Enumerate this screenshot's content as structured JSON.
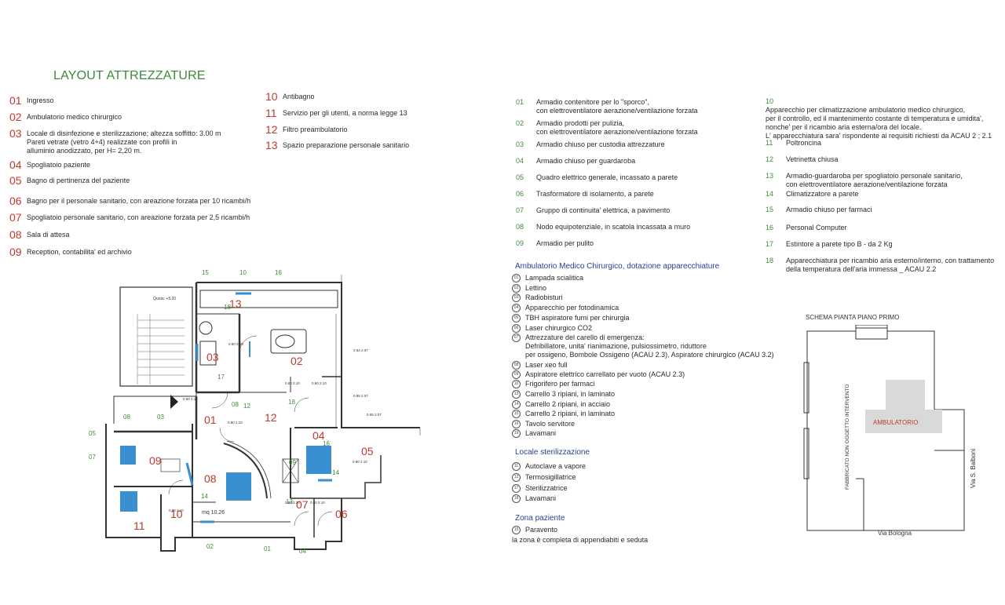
{
  "title": "LAYOUT ATTREZZATURE",
  "rooms_left": [
    {
      "num": "01",
      "text": "Ingresso"
    },
    {
      "num": "02",
      "text": "Ambulatorio medico chirurgico"
    },
    {
      "num": "03",
      "text": "Locale di disinfezione e sterilizzazione; altezza soffitto: 3.00 m\nPareti vetrate (vetro 4+4) realizzate con profili in\nalluminio anodizzato, per H= 2,20 m."
    },
    {
      "num": "04",
      "text": "Spogliatoio paziente"
    },
    {
      "num": "05",
      "text": "Bagno di pertinenza del paziente"
    },
    {
      "num": "06",
      "text": "Bagno per il personale sanitario, con areazione forzata per 10 ricambi/h"
    },
    {
      "num": "07",
      "text": "Spogliatoio personale sanitario, con areazione forzata per 2,5 ricambi/h"
    },
    {
      "num": "08",
      "text": "Sala di attesa"
    },
    {
      "num": "09",
      "text": "Reception, contabilita' ed archivio"
    }
  ],
  "rooms_right": [
    {
      "num": "10",
      "text": "Antibagno"
    },
    {
      "num": "11",
      "text": "Servizio per gli utenti, a norma legge 13"
    },
    {
      "num": "12",
      "text": "Filtro preambulatorio"
    },
    {
      "num": "13",
      "text": "Spazio preparazione personale sanitario"
    }
  ],
  "equipment_a": [
    {
      "num": "01",
      "text": "Armadio contenitore per lo \"sporco\",\ncon elettroventilatore aerazione/ventilazione forzata"
    },
    {
      "num": "02",
      "text": "Armadio prodotti per pulizia,\ncon elettroventilatore aerazione/ventilazione forzata"
    },
    {
      "num": "03",
      "text": "Armadio chiuso per custodia attrezzature"
    },
    {
      "num": "04",
      "text": "Armadio chiuso per guardaroba"
    },
    {
      "num": "05",
      "text": "Quadro elettrico generale, incassato a parete"
    },
    {
      "num": "06",
      "text": "Trasformatore di isolamento, a parete"
    },
    {
      "num": "07",
      "text": "Gruppo di continuita' elettrica, a pavimento"
    },
    {
      "num": "08",
      "text": "Nodo equipotenziale, in scatola incassata a muro"
    },
    {
      "num": "09",
      "text": "Armadio per pulito"
    }
  ],
  "equipment_b": [
    {
      "num": "10",
      "text": "Apparecchio per climatizzazione ambulatorio medico chirurgico,\nper il controllo, ed il mantenimento costante di temperatura e umidita',\nnonche' per il ricambio aria esterna/ora del locale.\nL' apparecchiatura sara' rispondente ai requisiti richiesti da ACAU 2 ; 2.1"
    },
    {
      "num": "11",
      "text": "Poltroncina"
    },
    {
      "num": "12",
      "text": "Vetrinetta chiusa"
    },
    {
      "num": "13",
      "text": "Armadio-guardaroba per spogliatoio personale sanitario,\ncon elettroventilatore aerazione/ventilazione forzata"
    },
    {
      "num": "14",
      "text": "Climatizzatore a parete"
    },
    {
      "num": "15",
      "text": "Armadio chiuso per farmaci"
    },
    {
      "num": "16",
      "text": "Personal Computer"
    },
    {
      "num": "17",
      "text": "Estintore a parete tipo B - da 2 Kg"
    },
    {
      "num": "18",
      "text": "Apparecchiatura per ricambio aria esterno/interno, con trattamento\ndella temperatura dell'aria immessa _ ACAU 2.2"
    }
  ],
  "ambulatorio_title": "Ambulatorio Medico Chirurgico, dotazione apparecchiature",
  "ambulatorio": [
    {
      "num": "01",
      "text": "Lampada scialitica"
    },
    {
      "num": "02",
      "text": "Lettino"
    },
    {
      "num": "03",
      "text": "Radiobisturi"
    },
    {
      "num": "04",
      "text": "Apparecchio per fotodinamica"
    },
    {
      "num": "05",
      "text": "TBH aspiratore fumi per chirurgia"
    },
    {
      "num": "06",
      "text": "Laser chirurgico CO2"
    },
    {
      "num": "07",
      "text": "Attrezzature del carello di emergenza:\nDefribillatore, unita' rianimazione, pulsiossimetro, riduttore\nper ossigeno,  Bombole Ossigeno (ACAU 2.3), Aspiratore chirurgico (ACAU 3.2)"
    },
    {
      "num": "08",
      "text": "Laser xeo full"
    },
    {
      "num": "09",
      "text": "Aspiratore elettrico carrellato per vuoto (ACAU 2.3)"
    },
    {
      "num": "10",
      "text": "Frigorifero per farmaci"
    },
    {
      "num": "13",
      "text": "Carrello 3 ripiani, in laminato"
    },
    {
      "num": "14",
      "text": "Carrello 2 ripiani, in acciaio"
    },
    {
      "num": "15",
      "text": "Carrello 2 ripiani, in laminato"
    },
    {
      "num": "16",
      "text": "Tavolo servitore"
    },
    {
      "num": "19",
      "text": "Lavamani"
    }
  ],
  "sterilizzazione_title": "Locale sterilizzazione",
  "sterilizzazione": [
    {
      "num": "11",
      "text": "Autoclave a vapore"
    },
    {
      "num": "12",
      "text": "Termosigillatrice"
    },
    {
      "num": "17",
      "text": "Sterilizzatrice"
    },
    {
      "num": "18",
      "text": "Lavamani"
    }
  ],
  "paziente_title": "Zona paziente",
  "paziente": [
    {
      "num": "15",
      "text": "Paravento"
    }
  ],
  "paziente_note": "la zona è completa di appendiabiti e seduta",
  "schema": {
    "title": "SCHEMA PIANTA PIANO PRIMO",
    "building_label": "FABBRICATO NON OGGETTO INTERVENTO",
    "ambulatorio_label": "AMBULATORIO",
    "street_right": "Via S. Balboni",
    "street_bottom": "Via Bologna"
  },
  "plan": {
    "room_numbers": [
      "01",
      "02",
      "03",
      "04",
      "05",
      "06",
      "07",
      "08",
      "09",
      "10",
      "11",
      "12",
      "13"
    ],
    "equipment_tags": [
      "15",
      "10",
      "16",
      "18",
      "17",
      "08",
      "12",
      "18",
      "09",
      "13",
      "14",
      "16",
      "05",
      "07",
      "08",
      "03",
      "14",
      "02",
      "01",
      "04"
    ],
    "area_label": "mq 10.26",
    "quota_label": "Quota: +5.20",
    "door_labels": [
      "0.80\n2.00",
      "0.90\n2.10",
      "0.80\n2.10",
      "0.80\n2.10",
      "0.80\n2.10",
      "0.80\n2.10",
      "0.80\n2.10",
      "0.80\n2.10",
      "0.80\n2.10"
    ],
    "height_labels": [
      "2.84\n2.07",
      "0.85\n2.07",
      "0.95\n2.07"
    ]
  },
  "colors": {
    "room_num": "#c0392b",
    "tag": "#3f8a3a",
    "section": "#2a3f8f",
    "equipment_fill": "#3a8fd0",
    "ambulatorio_fill": "#d9d9d9"
  }
}
